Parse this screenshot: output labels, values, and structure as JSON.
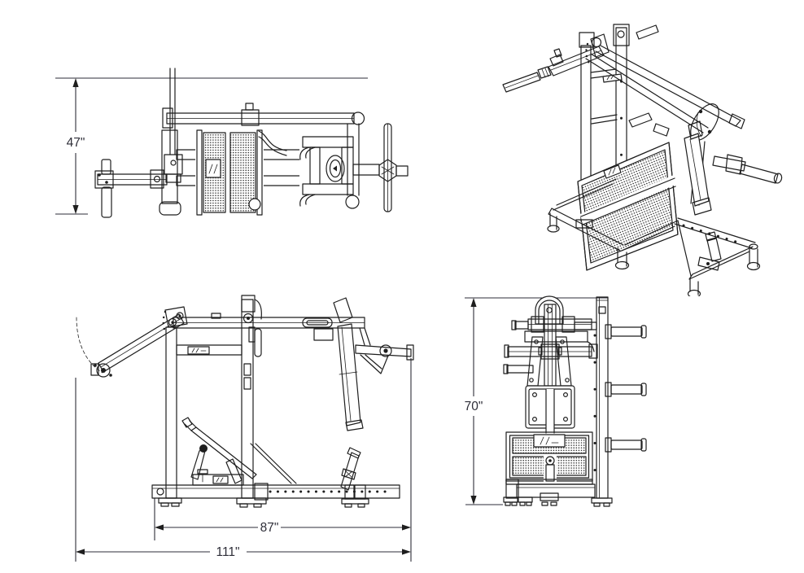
{
  "colors": {
    "background": "#ffffff",
    "line": "#1e1e1e",
    "dimension_text": "#2e2e38"
  },
  "views": {
    "top": {
      "dim_depth": "47\""
    },
    "side": {
      "dim_inner": "87\"",
      "dim_overall": "111\""
    },
    "front": {
      "dim_height": "70\""
    },
    "isometric": {}
  }
}
